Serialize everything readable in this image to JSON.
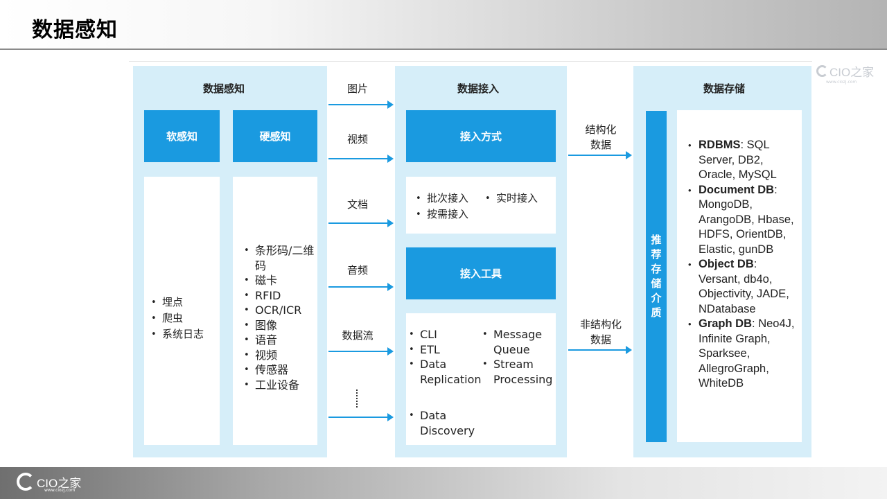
{
  "header": {
    "title": "数据感知"
  },
  "perception": {
    "title": "数据感知",
    "soft_label": "软感知",
    "hard_label": "硬感知",
    "soft_items": [
      "埋点",
      "爬虫",
      "系统日志"
    ],
    "hard_items": [
      "条形码/二维码",
      "磁卡",
      "RFID",
      "OCR/ICR",
      "图像",
      "语音",
      "视频",
      "传感器",
      "工业设备"
    ]
  },
  "sources": [
    "图片",
    "视频",
    "文档",
    "音频",
    "数据流"
  ],
  "ingestion": {
    "title": "数据接入",
    "method_label": "接入方式",
    "method_items": [
      "批次接入",
      "实时接入",
      "按需接入"
    ],
    "tool_label": "接入工具",
    "tool_items_left": [
      "CLI",
      "ETL",
      "Data Replication"
    ],
    "tool_items_right": [
      "Message Queue",
      "Stream Processing"
    ],
    "tool_item_bottom": "Data Discovery"
  },
  "flows": {
    "structured": "结构化\n数据",
    "unstructured": "非结构化\n数据"
  },
  "storage": {
    "title": "数据存储",
    "medium_label": "推荐存储介质",
    "groups": [
      {
        "name": "RDBMS",
        "items": "SQL Server, DB2, Oracle, MySQL"
      },
      {
        "name": "Document DB",
        "items": "MongoDB, ArangoDB, Hbase, HDFS, OrientDB, Elastic, gunDB"
      },
      {
        "name": "Object DB",
        "items": "Versant, db4o, Objectivity, JADE, NDatabase"
      },
      {
        "name": "Graph DB",
        "items": "Neo4J, Infinite Graph, Sparksee, AllegroGraph, WhiteDB"
      }
    ]
  },
  "branding": {
    "logo_text": "CIO之家",
    "logo_url": "www.ciozj.com",
    "watermark_url": "www.ciozj.com"
  }
}
